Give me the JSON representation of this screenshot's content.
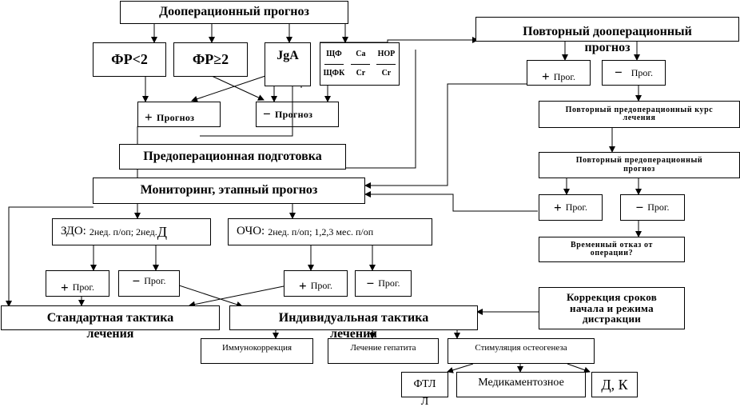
{
  "nodes": {
    "preop_prognosis": "Дооперационный прогноз",
    "fr_lt2": "ФР<2",
    "fr_ge2": "ФР≥2",
    "iga": "JgA",
    "markers": {
      "items": [
        {
          "num": "ЩФ",
          "den": "ЩФК"
        },
        {
          "num": "Ca",
          "den": "Cr"
        },
        {
          "num": "НОР",
          "den": "Cr"
        }
      ]
    },
    "repeat_preop_prognosis": "Повторный дооперационный прогноз",
    "plus_prognosis": {
      "sign": "+",
      "label": "Прогноз"
    },
    "minus_prognosis": {
      "sign": "−",
      "label": "Прогноз"
    },
    "preop_preparation": "Предоперационная подготовка",
    "monitoring": "Мониторинг, этапный прогноз",
    "repeat_plus": {
      "sign": "+",
      "label": "Прог."
    },
    "repeat_minus": {
      "sign": "−",
      "label": "Прог."
    },
    "repeat_course": "Повторный предоперационный курс лечения",
    "repeat_preop_prognosis2": "Повторный предоперационный прогноз",
    "repeat2_plus": {
      "sign": "+",
      "label": "Прог."
    },
    "repeat2_minus": {
      "sign": "−",
      "label": "Прог."
    },
    "temp_refusal": "Временный отказ от операции?",
    "zdo": {
      "head": "ЗДО:",
      "text": "2нед. п/оп; 2нед.",
      "tail": "Д"
    },
    "ocho": {
      "head": "ОЧО:",
      "text": "2нед. п/оп;  1,2,3 мес. п/оп"
    },
    "zdo_plus": {
      "sign": "+",
      "label": "Прог."
    },
    "zdo_minus": {
      "sign": "−",
      "label": "Прог."
    },
    "ocho_plus": {
      "sign": "+",
      "label": "Прог."
    },
    "ocho_minus": {
      "sign": "−",
      "label": "Прог."
    },
    "standard_tactic": "Стандартная тактика лечения",
    "individual_tactic": "Индивидуальная тактика лечения",
    "distraction_correction": "Коррекция сроков начала и режима дистракции",
    "immunocorrection": "Иммунокоррекция",
    "hepatitis_treatment": "Лечение гепатита",
    "osteogenesis_stimulation": "Стимуляция остеогенеза",
    "ftl": "ФТЛ Л",
    "medication": "Медикаментозное",
    "dk": "Д, К"
  }
}
